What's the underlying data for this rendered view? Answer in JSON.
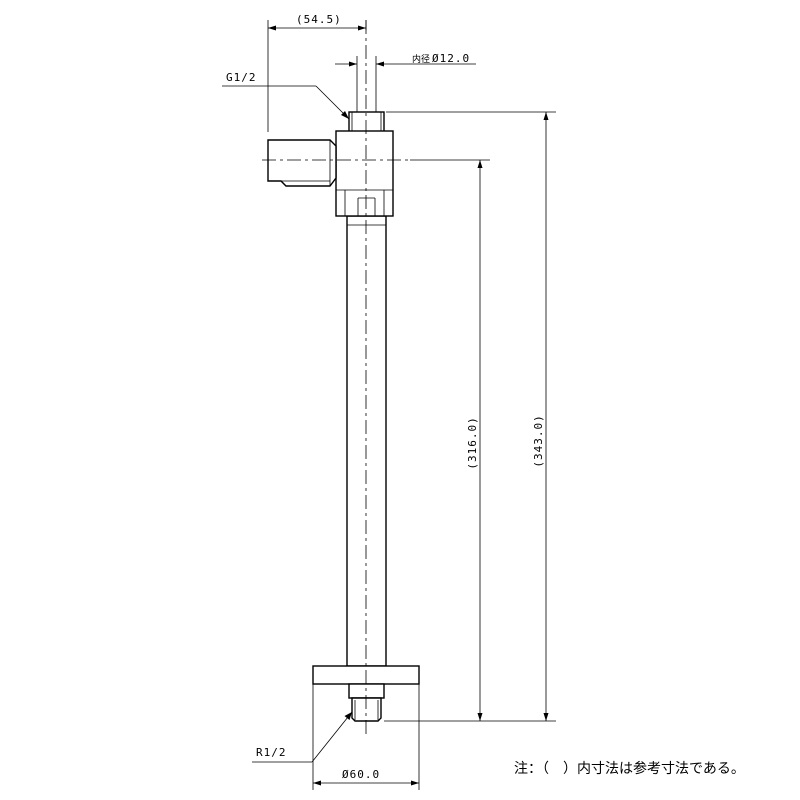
{
  "drawing": {
    "dim_top_offset": "(54.5)",
    "dim_inner_diameter_prefix": "内径",
    "dim_inner_diameter": "Ø12.0",
    "thread_top": "G1/2",
    "thread_bottom": "R1/2",
    "dim_height_inner": "(316.0)",
    "dim_height_total": "(343.0)",
    "dim_flange_diameter": "Ø60.0"
  },
  "note": "注：（　）内寸法は参考寸法である。"
}
